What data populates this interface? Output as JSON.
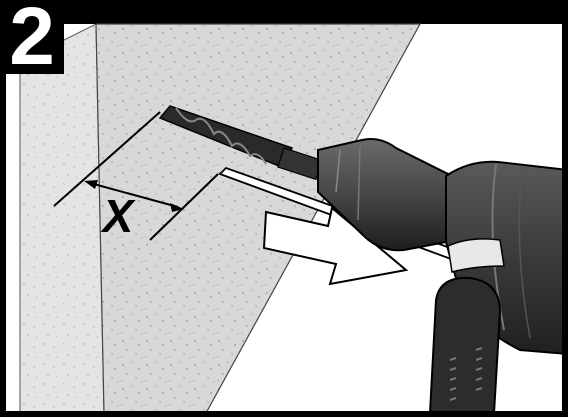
{
  "step": {
    "number": "2"
  },
  "illustration": {
    "dimension_label": "X",
    "subject": "hammer-drill-with-depth-stop-rod",
    "icons": [
      "drill-bit-icon",
      "depth-stop-rod-icon",
      "direction-arrow-icon",
      "dimension-marker-icon"
    ]
  },
  "colors": {
    "frame": "#000000",
    "wall": "#dcdcdc",
    "drill_body": "#3a3a3a",
    "rod": "#ffffff"
  }
}
